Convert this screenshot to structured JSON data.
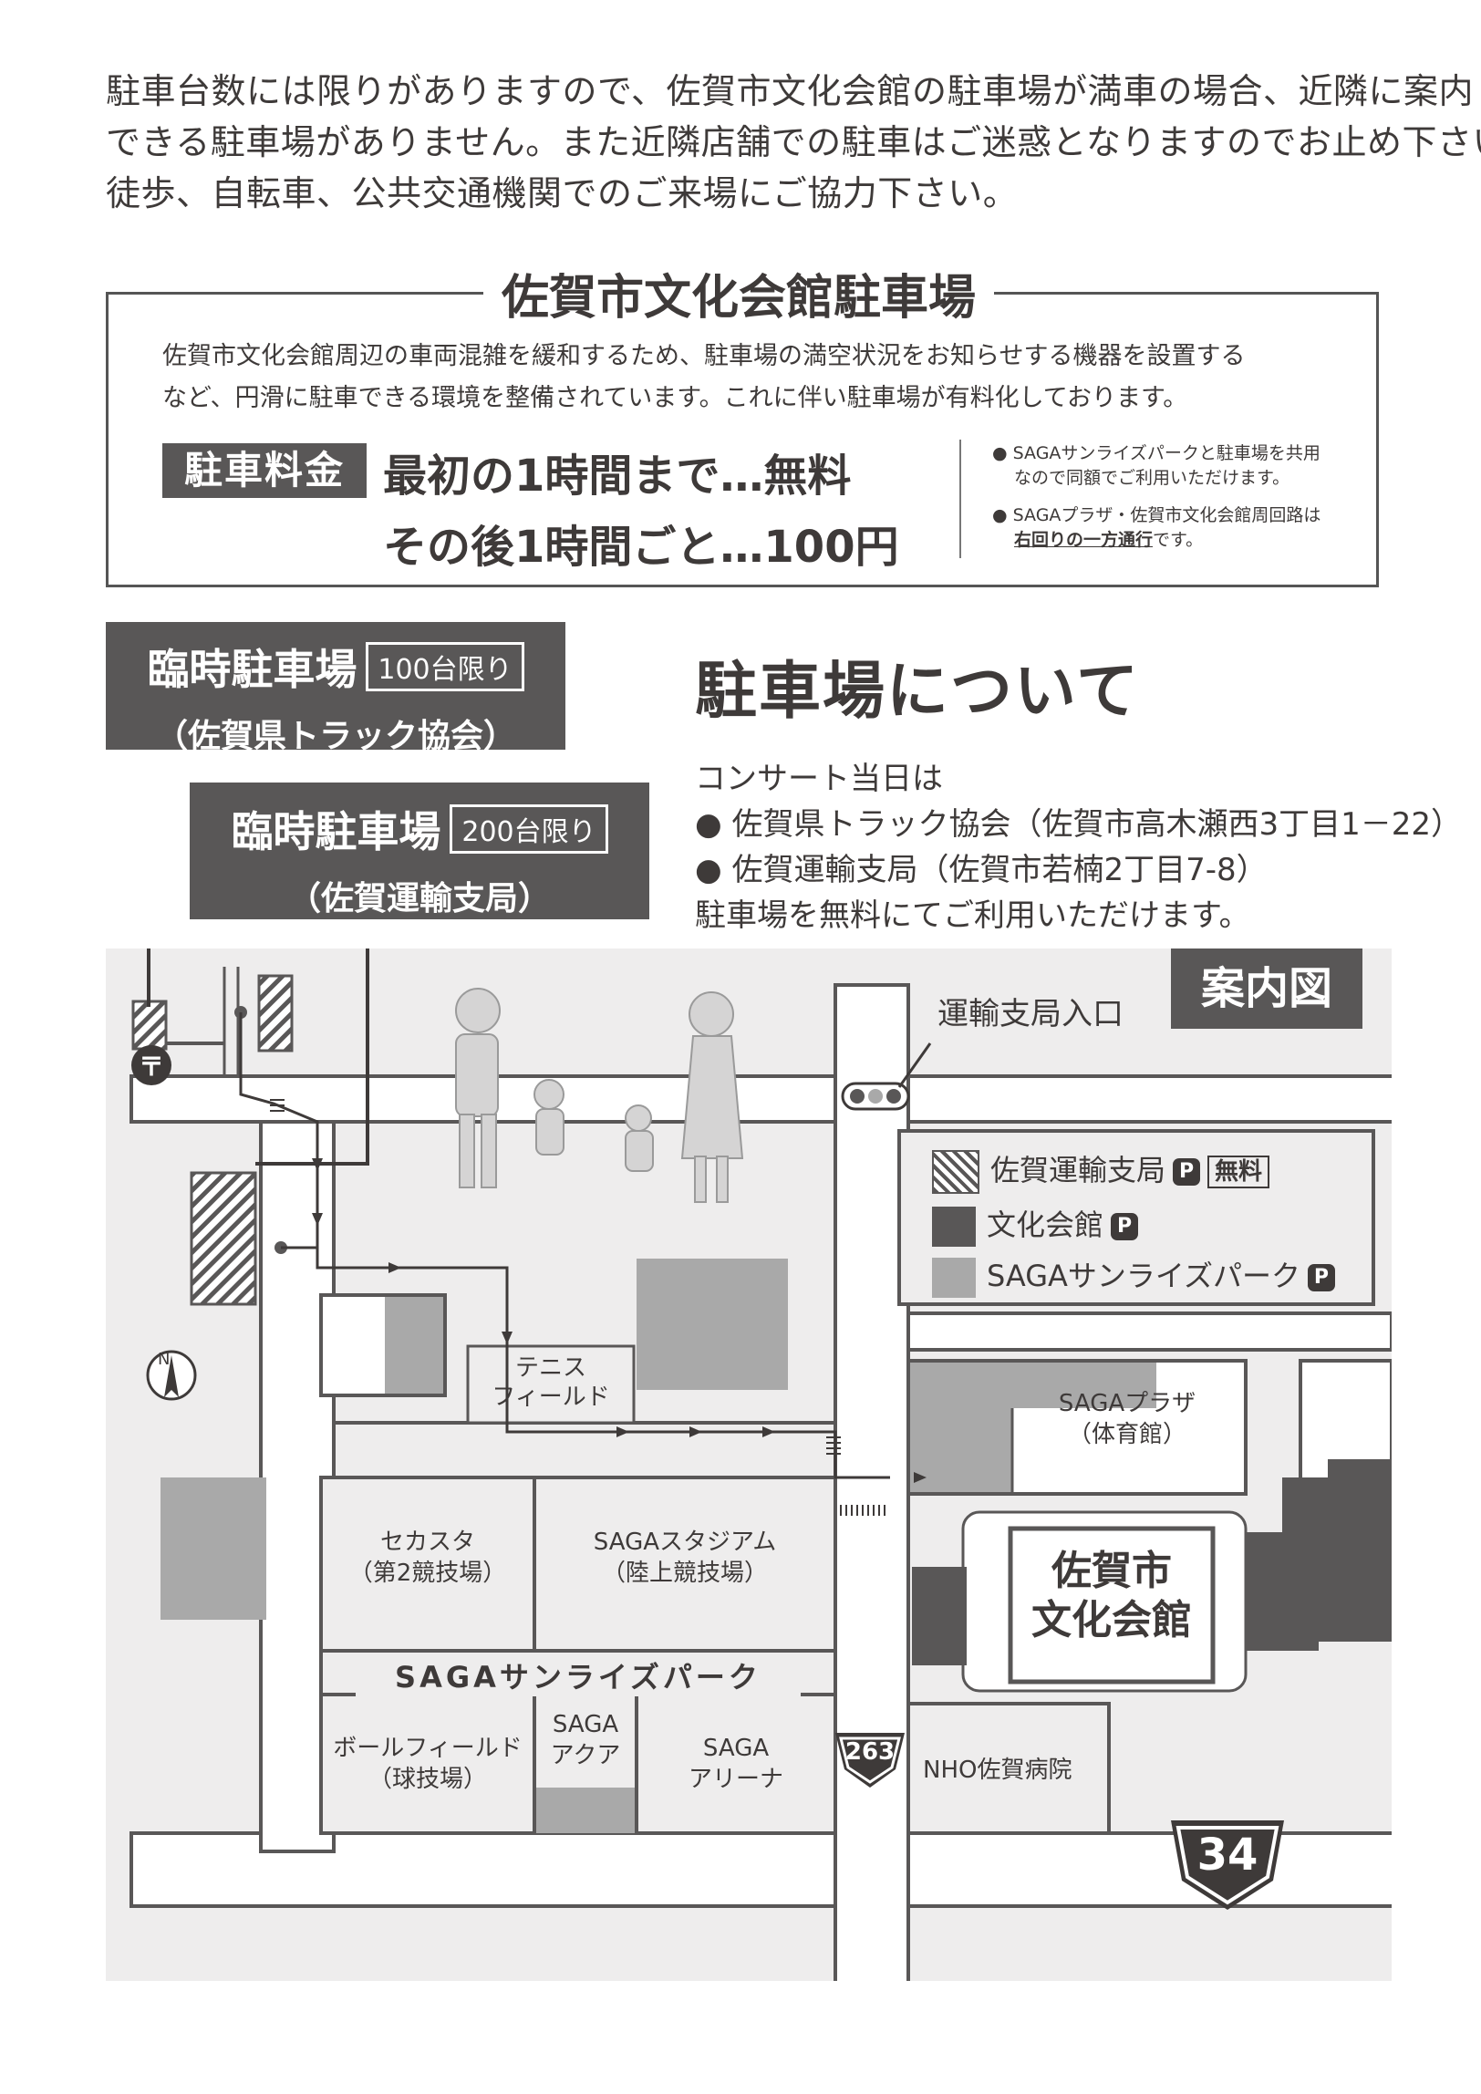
{
  "intro": {
    "line1": "駐車台数には限りがありますので、佐賀市文化会館の駐車場が満車の場合、近隣に案内",
    "line2": "できる駐車場がありません。また近隣店舗での駐車はご迷惑となりますのでお止め下さい。",
    "line3": "徒歩、自転車、公共交通機関でのご来場にご協力下さい。"
  },
  "parking_box": {
    "title": "佐賀市文化会館駐車場",
    "desc1": "佐賀市文化会館周辺の車両混雑を緩和するため、駐車場の満空状況をお知らせする機器を設置する",
    "desc2": "など、円滑に駐車できる環境を整備されています。これに伴い駐車場が有料化しております。",
    "fee_label": "駐車料金",
    "fee_line1": "最初の1時間まで…無料",
    "fee_line2": "その後1時間ごと…100円",
    "note1_a": "● SAGAサンライズパークと駐車場を共用",
    "note1_b": "なので同額でご利用いただけます。",
    "note2_a": "● SAGAプラザ・佐賀市文化会館周回路は",
    "note2_b_underlined": "右回りの一方通行",
    "note2_b_rest": "です。"
  },
  "temp_parking": [
    {
      "name": "臨時駐車場",
      "limit": "100台限り",
      "place": "（佐賀県トラック協会）"
    },
    {
      "name": "臨時駐車場",
      "limit": "200台限り",
      "place": "（佐賀運輸支局）"
    }
  ],
  "about": {
    "title": "駐車場について",
    "line1": "コンサート当日は",
    "line2": "● 佐賀県トラック協会（佐賀市高木瀬西3丁目1－22）",
    "line3": "● 佐賀運輸支局（佐賀市若楠2丁目7-8）",
    "line4": "駐車場を無料にてご利用いただけます。"
  },
  "map": {
    "badge": "案内図",
    "entrance": "運輸支局入口",
    "north": "N",
    "legend": {
      "item1": "佐賀運輸支局",
      "item1_p": "P",
      "item1_free": "無料",
      "item2": "文化会館",
      "item2_p": "P",
      "item3": "SAGAサンライズパーク",
      "item3_p": "P"
    },
    "places": {
      "tennis_a": "テニス",
      "tennis_b": "フィールド",
      "plaza_a": "SAGAプラザ",
      "plaza_b": "（体育館）",
      "sekasuta_a": "セカスタ",
      "sekasuta_b": "（第2競技場）",
      "stadium_a": "SAGAスタジアム",
      "stadium_b": "（陸上競技場）",
      "sunrise": "SAGAサンライズパーク",
      "ball_a": "ボールフィールド",
      "ball_b": "（球技場）",
      "aqua_a": "SAGA",
      "aqua_b": "アクア",
      "arena_a": "SAGA",
      "arena_b": "アリーナ",
      "hall_a": "佐賀市",
      "hall_b": "文化会館",
      "hospital": "NHO佐賀病院",
      "route263": "263",
      "route34": "34",
      "post": "〒"
    },
    "colors": {
      "dark": "#595757",
      "mid": "#a9a9a9",
      "bg": "#eeeded",
      "road": "#ffffff"
    }
  }
}
